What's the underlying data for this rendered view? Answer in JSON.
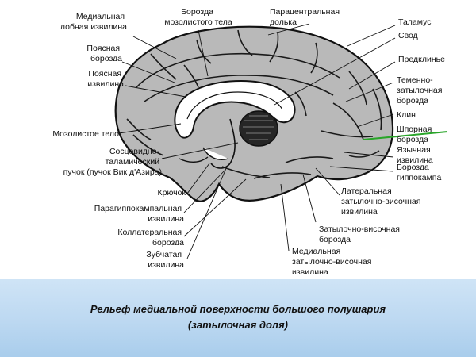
{
  "labels": {
    "medial_frontal": [
      "Медиальная",
      "лобная извилина"
    ],
    "callosal_sulcus": [
      "Борозда",
      "мозолистого тела"
    ],
    "paracentral": [
      "Парацентральная",
      "долька"
    ],
    "thalamus": [
      "Таламус"
    ],
    "fornix": [
      "Свод"
    ],
    "cingulate_sulcus": [
      "Поясная",
      "борозда"
    ],
    "precuneus": [
      "Предклинье"
    ],
    "cingulate_gyrus": [
      "Поясная",
      "извилина"
    ],
    "parieto_occipital": [
      "Теменно-",
      "затылочная",
      "борозда"
    ],
    "cuneus": [
      "Клин"
    ],
    "calcarine": [
      "Шпорная",
      "борозда"
    ],
    "lingual": [
      "Язычная",
      "извилина"
    ],
    "hippocampal_sulcus": [
      "Борозда",
      "гиппокампа"
    ],
    "corpus_callosum": [
      "Мозолистое тело"
    ],
    "vicq_dazyr": [
      "Сосцевидно-",
      "таламический",
      "пучок (пучок Вик д'Азира)"
    ],
    "uncus": [
      "Крючок"
    ],
    "lateral_occipitotemporal": [
      "Латеральная",
      "затылочно-височная",
      "извилина"
    ],
    "parahippocampal": [
      "Парагиппокампальная",
      "извилина"
    ],
    "occipitotemporal_sulcus": [
      "Затылочно-височная",
      "борозда"
    ],
    "collateral": [
      "Коллатеральная",
      "борозда"
    ],
    "medial_occipitotemporal": [
      "Медиальная",
      "затылочно-височная",
      "извилина"
    ],
    "dentate": [
      "Зубчатая",
      "извилина"
    ]
  },
  "caption": {
    "line1": "Рельеф медиальной поверхности большого полушария",
    "line2": "(затылочная доля)"
  },
  "colors": {
    "brain_fill": "#b9b9b9",
    "outline": "#111111",
    "highlight": "#2aa52a",
    "caption_band": "#bcd8f1"
  }
}
